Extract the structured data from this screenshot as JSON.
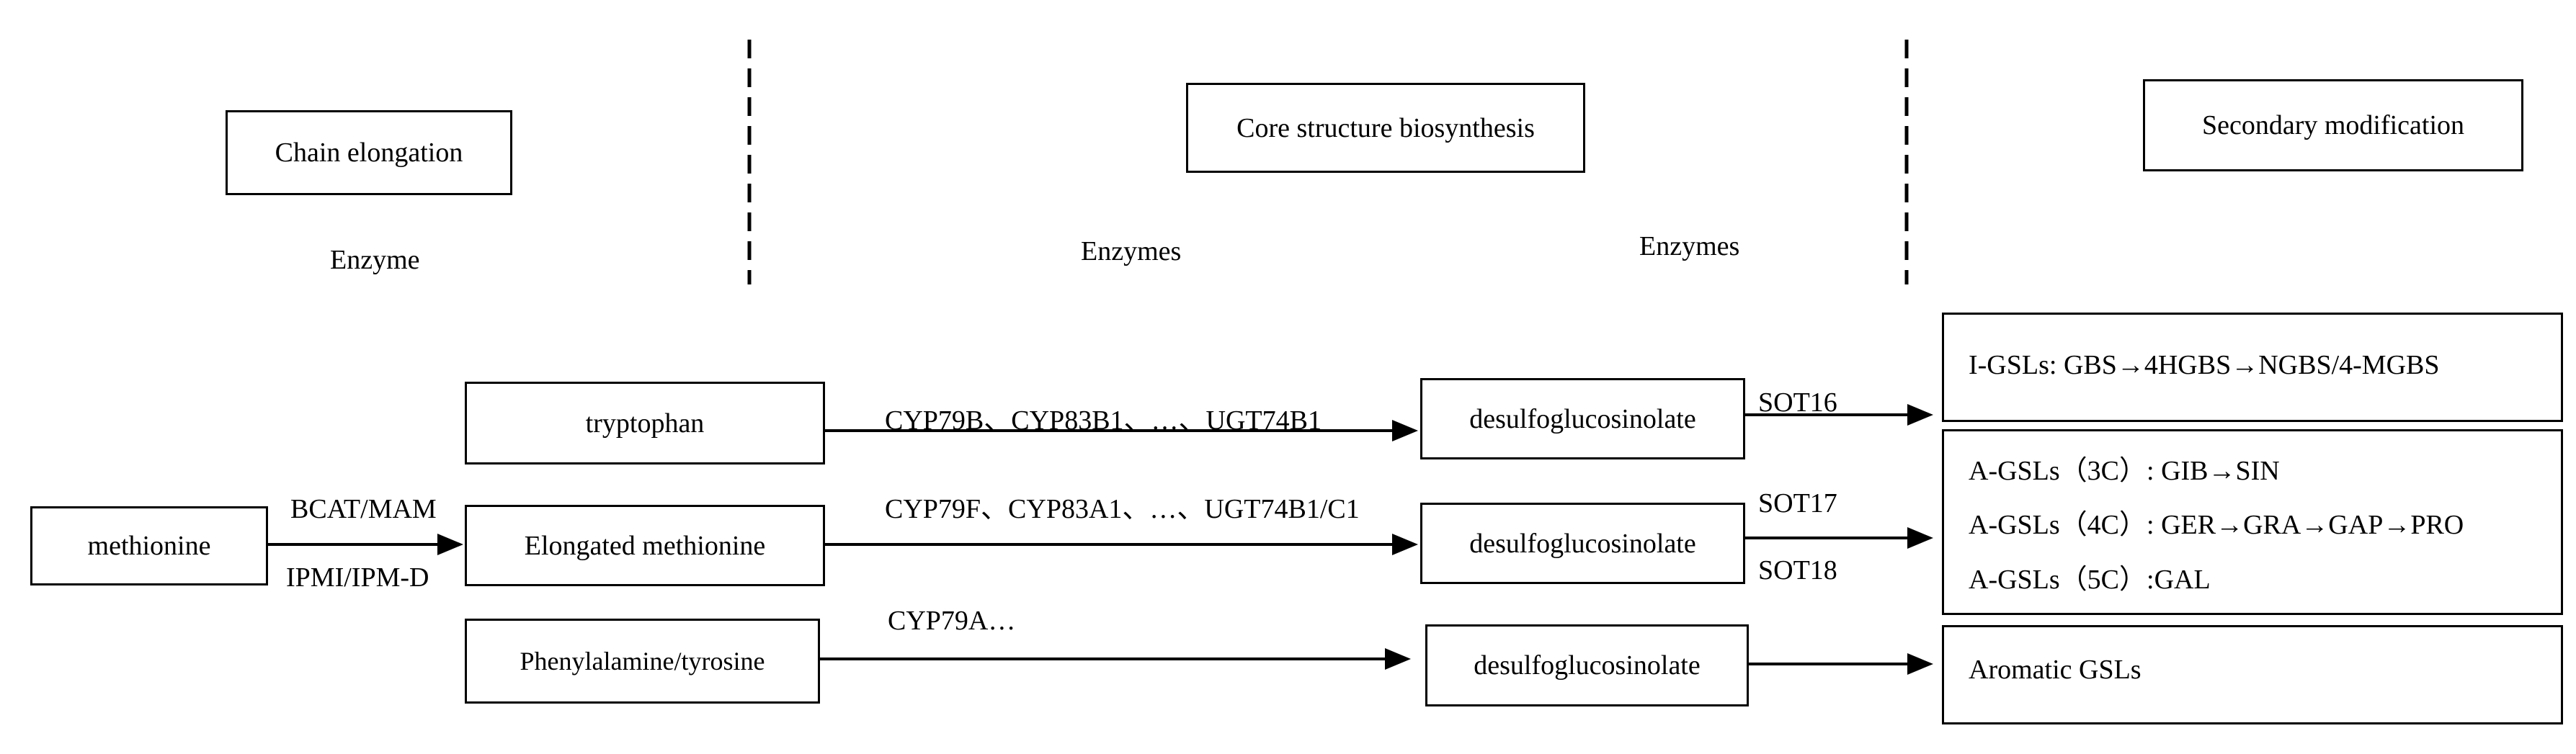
{
  "sections": {
    "chain_elongation": "Chain elongation",
    "core_structure": "Core structure biosynthesis",
    "secondary_modification": "Secondary modification"
  },
  "enzyme_headers": {
    "enzyme": "Enzyme",
    "enzymes_1": "Enzymes",
    "enzymes_2": "Enzymes"
  },
  "substrates": {
    "methionine": "methionine",
    "tryptophan": "tryptophan",
    "elongated_methionine": "Elongated methionine",
    "phenylalamine_tyrosine": "Phenylalamine/tyrosine"
  },
  "intermediates": {
    "desulfo_1": "desulfoglucosinolate",
    "desulfo_2": "desulfoglucosinolate",
    "desulfo_3": "desulfoglucosinolate"
  },
  "enzyme_labels": {
    "bcat_mam": "BCAT/MAM",
    "ipmi_ipmd": "IPMI/IPM-D",
    "row1": "CYP79B、CYP83B1、…、UGT74B1",
    "row2": "CYP79F、CYP83A1、…、UGT74B1/C1",
    "row3": "CYP79A…",
    "sot16": "SOT16",
    "sot17": "SOT17",
    "sot18": "SOT18"
  },
  "products": {
    "igsl": "I-GSLs: GBS→4HGBS→NGBS/4-MGBS",
    "agsl_3c": "A-GSLs（3C）: GIB→SIN",
    "agsl_4c": "A-GSLs（4C）: GER→GRA→GAP→PRO",
    "agsl_5c": "A-GSLs（5C）:GAL",
    "aromatic": "Aromatic GSLs"
  }
}
